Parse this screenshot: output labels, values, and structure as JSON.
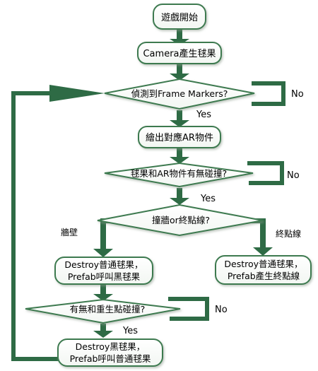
{
  "nodes": {
    "start": "遊戲開始",
    "camera": "Camera產生毬果",
    "detect": "偵測到Frame Markers?",
    "draw": "繪出對應AR物件",
    "collide": "毬果和AR物件有無碰撞?",
    "wall_or_line": "撞牆or終點線?",
    "destroy_normal_line1": "Destroy普通毬果，",
    "destroy_normal_line2": "Prefab呼叫黑毬果",
    "destroy_finish_line1": "Destroy普通毬果，",
    "destroy_finish_line2": "Prefab產生終點線",
    "respawn_collide": "有無和重生點碰撞?",
    "destroy_black_line1": "Destroy黑毬果，",
    "destroy_black_line2": "Prefab呼叫普通毬果"
  },
  "edge_labels": {
    "no_detect": "No",
    "yes_detect": "Yes",
    "no_collide": "No",
    "yes_collide": "Yes",
    "wall": "牆壁",
    "finish": "終點線",
    "no_respawn": "No",
    "yes_respawn": "Yes"
  },
  "colors": {
    "arrow": "#2e6b45",
    "box_border": "#3d7a50",
    "box_fill": "#ffffff"
  }
}
